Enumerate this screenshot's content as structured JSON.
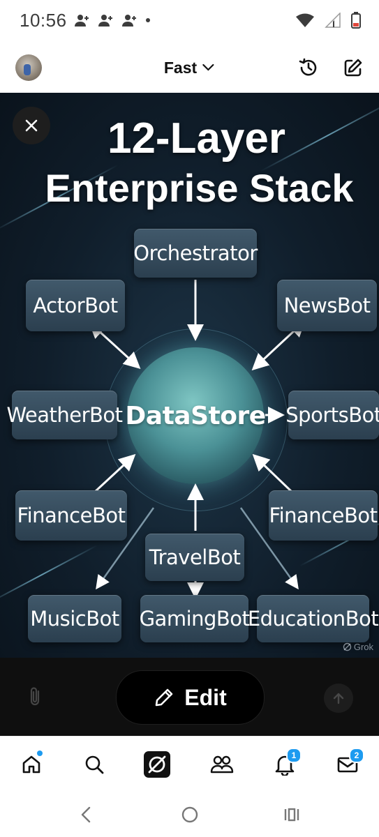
{
  "status_bar": {
    "time": "10:56"
  },
  "header": {
    "model": "Fast"
  },
  "viewer": {
    "title_line1": "12-Layer",
    "title_line2": "Enterprise Stack",
    "center": "DataStore",
    "bots": {
      "orchestrator": "Orchestrator",
      "actor": "ActorBot",
      "news": "NewsBot",
      "weather": "WeatherBot",
      "sports": "SportsBot",
      "finance_left": "FinanceBot",
      "finance_right": "FinanceBot",
      "travel": "TravelBot",
      "music": "MusicBot",
      "gaming": "GamingBot",
      "education": "EducationBot"
    },
    "watermark": "Grok"
  },
  "edit": {
    "label": "Edit"
  },
  "bottom_nav": {
    "notifications_badge": "1",
    "messages_badge": "2"
  },
  "colors": {
    "accent": "#1d9bf0",
    "viewer_bg": "#101e2b",
    "sphere": "#4b9196"
  }
}
